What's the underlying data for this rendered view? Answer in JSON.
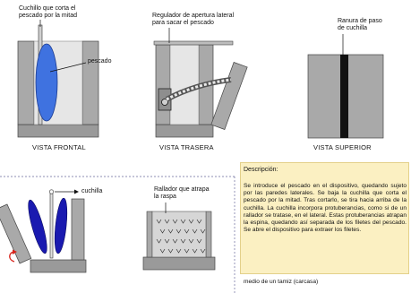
{
  "labels": {
    "front_cutter": "Cuchillo que corta el\npescado por la mitad",
    "front_fish": "pescado",
    "back_regulator": "Regulador de apertura lateral\npara sacar el pescado",
    "top_slot": "Ranura de paso\nde cuchilla",
    "cut_blade": "cuchilla",
    "scraper": "Rallador que atrapa\nla raspa"
  },
  "captions": {
    "front": "VISTA FRONTAL",
    "back": "VISTA TRASERA",
    "top": "VISTA SUPERIOR"
  },
  "description": {
    "title": "Descripción:",
    "body": "Se introduce el pescado en el dispositivo, quedando sujeto por las paredes laterales. Se baja la cuchilla que corta el pescado por la mitad. Tras cortarlo, se tira hacia arriba de la cuchilla. La cuchilla incorpora protuberancias, como si de un rallador se tratase, en el lateral. Estas protuberancias atrapan la espina, quedando así separada de los filetes del pescado. Se abre el dispositivo para extraer los filetes.",
    "tail": "medio de un tamiz (carcasa)"
  },
  "colors": {
    "wall": "#a9a9a9",
    "base": "#9a9a9a",
    "fish": "#3f72e0",
    "fish_dark": "#1a1ab0",
    "desc_bg": "#fbf0c2",
    "arrow_red": "#d8241c",
    "slot": "#111111"
  }
}
